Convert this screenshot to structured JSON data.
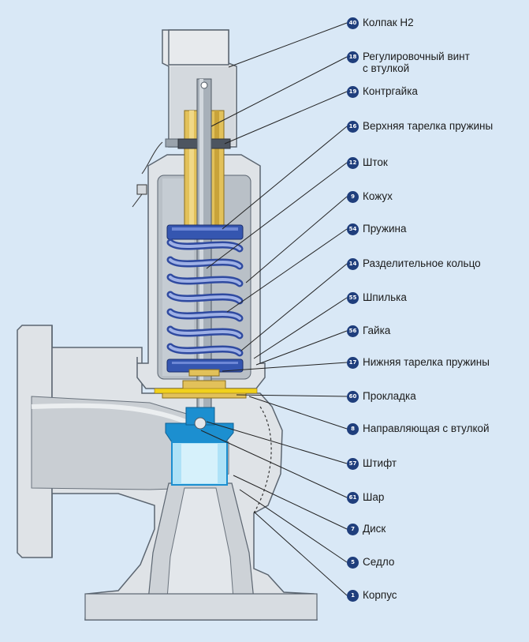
{
  "colors": {
    "background": "#d9e8f6",
    "body": "#dfe3e7",
    "body_dark": "#c9ced3",
    "spring": "#6f86c9",
    "spring_dark": "#2f4aa0",
    "brass": "#e2c15a",
    "gasket": "#f1d11c",
    "disc": "#1c8fd0",
    "disc_light": "#aee2f7",
    "badge": "#1f3e7c",
    "leader": "#222222"
  },
  "callouts": [
    {
      "num": "40",
      "text": "Колпак Н2"
    },
    {
      "num": "18",
      "text": "Регулировочный винт\nс втулкой"
    },
    {
      "num": "19",
      "text": "Контргайка"
    },
    {
      "num": "16",
      "text": "Верхняя тарелка пружины"
    },
    {
      "num": "12",
      "text": "Шток"
    },
    {
      "num": "9",
      "text": "Кожух"
    },
    {
      "num": "54",
      "text": "Пружина"
    },
    {
      "num": "14",
      "text": "Разделительное кольцо"
    },
    {
      "num": "55",
      "text": "Шпилька"
    },
    {
      "num": "56",
      "text": "Гайка"
    },
    {
      "num": "17",
      "text": "Нижняя тарелка пружины"
    },
    {
      "num": "60",
      "text": "Прокладка"
    },
    {
      "num": "8",
      "text": "Направляющая с втулкой"
    },
    {
      "num": "57",
      "text": "Штифт"
    },
    {
      "num": "61",
      "text": "Шар"
    },
    {
      "num": "7",
      "text": "Диск"
    },
    {
      "num": "5",
      "text": "Седло"
    },
    {
      "num": "1",
      "text": "Корпус"
    }
  ]
}
